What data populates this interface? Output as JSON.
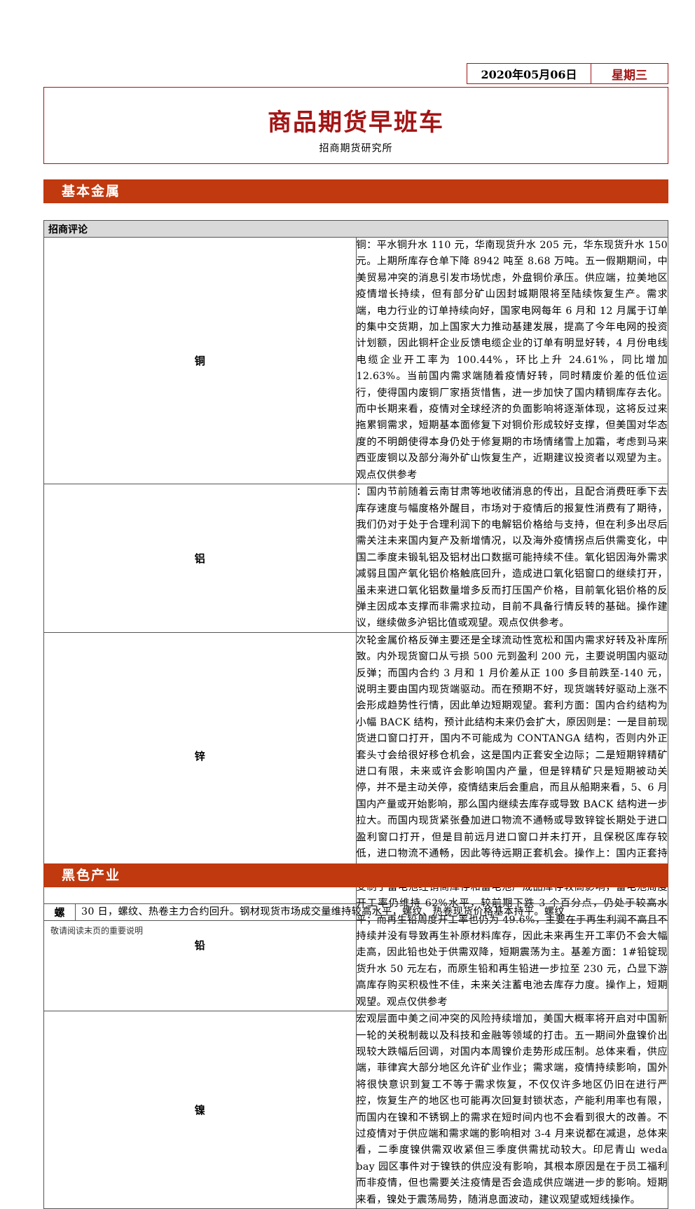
{
  "header": {
    "date": "2020年05月06日",
    "weekday": "星期三",
    "title": "商品期货早班车",
    "subtitle": "招商期货研究所"
  },
  "sections": {
    "base_metals": "基本金属",
    "black": "黑色产业"
  },
  "commentary": {
    "header": "招商评论",
    "rows": [
      {
        "metal": "铜",
        "text": "铜：平水铜升水 110 元，华南现货升水 205 元，华东现货升水 150 元。上期所库存仓单下降 8942 吨至 8.68 万吨。五一假期期间，中美贸易冲突的消息引发市场忧虑，外盘铜价承压。供应端，拉美地区疫情增长持续，但有部分矿山因封城期限将至陆续恢复生产。需求端，电力行业的订单持续向好，国家电网每年 6 月和 12 月属于订单的集中交货期，加上国家大力推动基建发展，提高了今年电网的投资计划额，因此铜杆企业反馈电缆企业的订单有明显好转，4 月份电线电缆企业开工率为 100.44%，环比上升 24.61%，同比增加 12.63%。当前国内需求端随着疫情好转，同时精废价差的低位运行，使得国内废铜厂家捂货惜售，进一步加快了国内精铜库存去化。而中长期来看，疫情对全球经济的负面影响将逐渐体现，这将反过来拖累铜需求，短期基本面修复下对铜价形成较好支撑，但美国对华态度的不明朗使得本身仍处于修复期的市场情绪雪上加霜，考虑到马来西亚废铜以及部分海外矿山恢复生产，近期建议投资者以观望为主。观点仅供参考"
      },
      {
        "metal": "铝",
        "text": "：国内节前随着云南甘肃等地收储消息的传出，且配合消费旺季下去库存速度与幅度格外醒目，市场对于疫情后的报复性消费有了期待，我们仍对于处于合理利润下的电解铝价格给与支持，但在利多出尽后需关注未来国内复产及新增情况，以及海外疫情拐点后供需变化，中国二季度未锻轧铝及铝材出口数据可能持续不佳。氧化铝因海外需求减弱且国产氧化铝价格触底回升，造成进口氧化铝窗口的继续打开，虽未来进口氧化铝数量增多反而打压国产价格，目前氧化铝价格的反弹主因成本支撑而非需求拉动，目前不具备行情反转的基础。操作建议，继续做多沪铝比值或观望。观点仅供参考。"
      },
      {
        "metal": "锌",
        "text": "次轮金属价格反弹主要还是全球流动性宽松和国内需求好转及补库所致。内外现货窗口从亏损 500 元到盈利 200 元，主要说明国内驱动反弹；而国内合约 3 月和 1 月价差从正 100 多目前跌至-140 元，说明主要由国内现货端驱动。而在预期不好，现货端转好驱动上涨不会形成趋势性行情，因此单边短期观望。套利方面：国内合约结构为小幅 BACK 结构，预计此结构未来仍会扩大，原因则是：一是目前现货进口窗口打开，国内不可能成为 CONTANGA 结构，否则内外正套头寸会给很好移仓机会，这是国内正套安全边际；二是短期锌精矿进口有限，未来或许会影响国内产量，但是锌精矿只是短期被动关停，并不是主动关停，疫情结束后会重启，而且从船期来看，5、6 月国内产量或开始影响，那么国内继续去库存或导致 BACK 结构进一步拉大。而国内现货紧张叠加进口物流不通畅或导致锌锭长期处于进口盈利窗口打开，但是目前远月进口窗口并未打开，且保税区库存较低，进口物流不通畅，因此等待远期正套机会。操作上：国内正套持有，等待内外正套机会。观点仅供参考"
      },
      {
        "metal": "铅",
        "text": "受制于蓄电池经销商库存和蓄电池产成品库存较高影响，蓄电池周度开工率仍维持 62%水平，较前期下跌 3 个百分点，仍处于较高水平；而再生铅周度开工率也仍为 49.6%，主要在于再生利润不高且不持续并没有导致再生补原材料库存，因此未来再生开工率仍不会大幅走高，因此铅也处于供需双降，短期震荡为主。基差方面：1#铅锭现货升水 50 元左右，而原生铅和再生铅进一步拉至 230 元，凸显下游高库存购买积极性不佳，未来关注蓄电池去库存力度。操作上，短期观望。观点仅供参考"
      },
      {
        "metal": "镍",
        "text": "宏观层面中美之间冲突的风险持续增加，美国大概率将开启对中国新一轮的关税制裁以及科技和金融等领域的打击。五一期间外盘镍价出现较大跌幅后回调，对国内本周镍价走势形成压制。总体来看，供应端，菲律宾大部分地区允许矿业作业；需求端，疫情持续影响，国外将很快意识到复工不等于需求恢复，不仅仅许多地区仍旧在进行严控，恢复生产的地区也可能再次回复封锁状态，产能利用率也有限，而国内在镍和不锈钢上的需求在短时间内也不会看到很大的改善。不过疫情对于供应端和需求端的影响相对 3-4 月来说都在减退，总体来看，二季度镍供需双收紧但三季度供需扰动较大。印尼青山 weda bay 园区事件对于镍铁的供应没有影响，其根本原因是在于员工福利而非疫情，但也需要关注疫情是否会造成供应端进一步的影响。短期来看，镍处于震荡局势，随消息面波动，建议观望或短线操作。"
      }
    ]
  },
  "black_rows": [
    {
      "metal": "螺",
      "text": "30 日，螺纹、热卷主力合约回升。钢材现货市场成交量维持较高水平，螺纹、热卷现货价格基本持平。螺纹"
    }
  ],
  "footer": {
    "note": "敬请阅读末页的重要说明"
  },
  "colors": {
    "accent": "#a31515",
    "section_bar": "#c0390f"
  }
}
